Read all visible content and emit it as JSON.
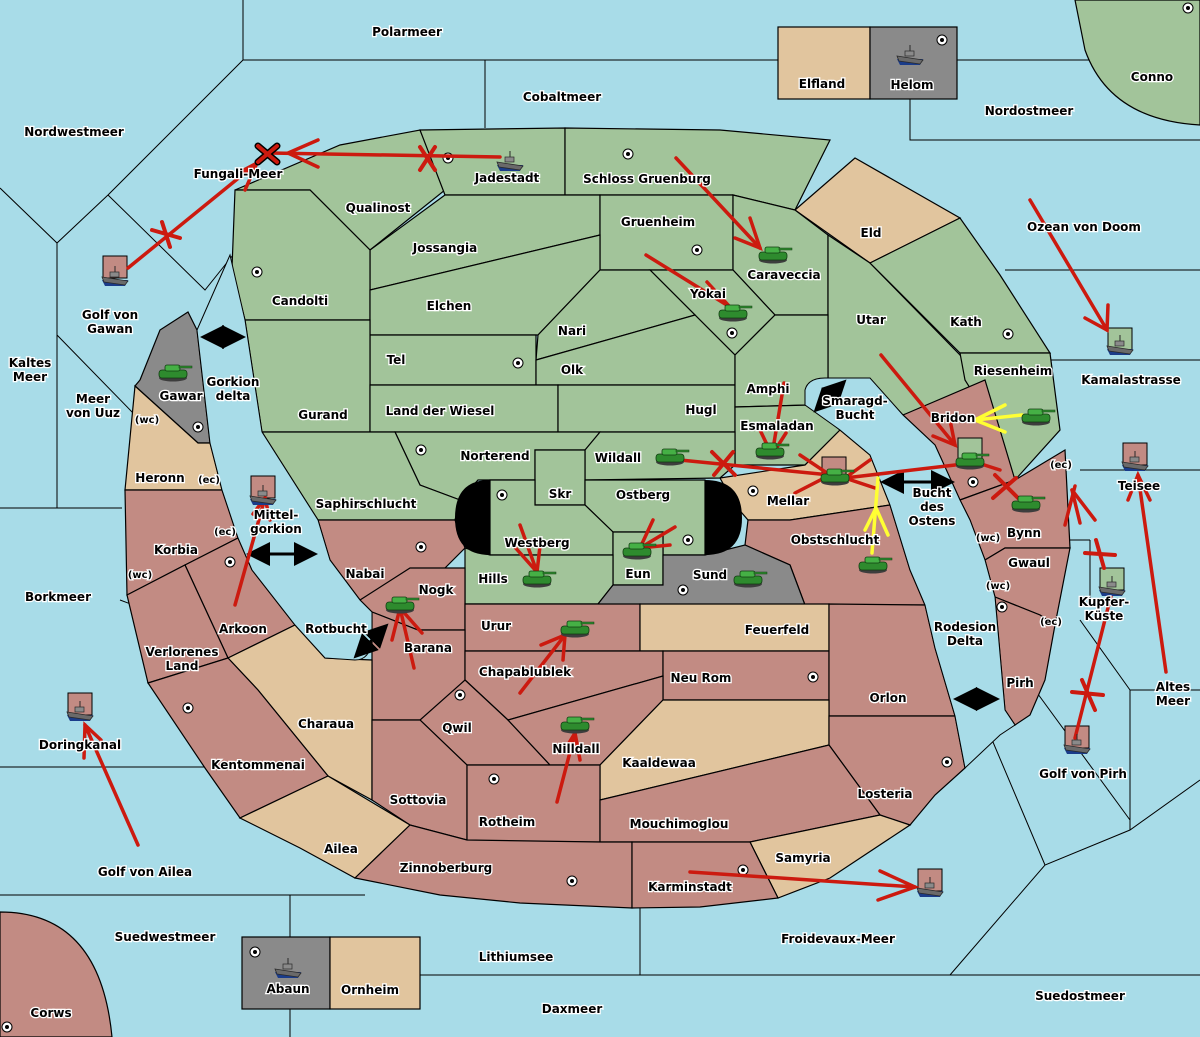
{
  "colors": {
    "sea": "#a8dce8",
    "neutral_land": "#e1c59e",
    "green_power": "#a2c49a",
    "red_power": "#c28b83",
    "gray_power": "#8a8a8a",
    "move_arrow": "#cc1a0f",
    "support_arrow": "#ffff33",
    "convoy_arrow": "#000000"
  },
  "seas": [
    {
      "id": "polarmeer",
      "name": "Polarmeer"
    },
    {
      "id": "cobaltmeer",
      "name": "Cobaltmeer"
    },
    {
      "id": "nordwestmeer",
      "name": "Nordwestmeer"
    },
    {
      "id": "nordostmeer",
      "name": "Nordostmeer"
    },
    {
      "id": "fungali-meer",
      "name": "Fungali-Meer"
    },
    {
      "id": "golf-von-gawan",
      "name": "Golf von\nGawan"
    },
    {
      "id": "kaltes-meer",
      "name": "Kaltes\nMeer"
    },
    {
      "id": "meer-von-uuz",
      "name": "Meer\nvon Uuz"
    },
    {
      "id": "gorkion-delta",
      "name": "Gorkion\ndelta"
    },
    {
      "id": "mittel-gorkion",
      "name": "Mittel-\ngorkion"
    },
    {
      "id": "borkmeer",
      "name": "Borkmeer"
    },
    {
      "id": "rotbucht",
      "name": "Rotbucht"
    },
    {
      "id": "doringkanal",
      "name": "Doringkanal"
    },
    {
      "id": "golf-von-ailea",
      "name": "Golf von Ailea"
    },
    {
      "id": "suedwestmeer",
      "name": "Suedwestmeer"
    },
    {
      "id": "lithiumsee",
      "name": "Lithiumsee"
    },
    {
      "id": "daxmeer",
      "name": "Daxmeer"
    },
    {
      "id": "froidevaux-meer",
      "name": "Froidevaux-Meer"
    },
    {
      "id": "suedostmeer",
      "name": "Suedostmeer"
    },
    {
      "id": "golf-von-pirh",
      "name": "Golf von Pirh"
    },
    {
      "id": "altes-meer",
      "name": "Altes\nMeer"
    },
    {
      "id": "kupfer-kueste",
      "name": "Kupfer-\nKüste"
    },
    {
      "id": "teisee",
      "name": "Teisee"
    },
    {
      "id": "kamalastrasse",
      "name": "Kamalastrasse"
    },
    {
      "id": "ozean-von-doom",
      "name": "Ozean von Doom"
    },
    {
      "id": "smaragd-bucht",
      "name": "Smaragd-\nBucht"
    },
    {
      "id": "bucht-des-ostens",
      "name": "Bucht\ndes\nOstens"
    },
    {
      "id": "rodesion-delta",
      "name": "Rodesion\nDelta"
    }
  ],
  "lands": [
    {
      "id": "elfland",
      "name": "Elfland",
      "owner": "neutral"
    },
    {
      "id": "helom",
      "name": "Helom",
      "owner": "gray"
    },
    {
      "id": "conno",
      "name": "Conno",
      "owner": "green"
    },
    {
      "id": "jadestadt",
      "name": "Jadestadt",
      "owner": "green"
    },
    {
      "id": "schloss-gruenburg",
      "name": "Schloss Gruenburg",
      "owner": "green"
    },
    {
      "id": "qualinost",
      "name": "Qualinost",
      "owner": "green"
    },
    {
      "id": "jossangia",
      "name": "Jossangia",
      "owner": "green"
    },
    {
      "id": "gruenheim",
      "name": "Gruenheim",
      "owner": "green"
    },
    {
      "id": "eld",
      "name": "Eld",
      "owner": "neutral"
    },
    {
      "id": "caraveccia",
      "name": "Caraveccia",
      "owner": "green"
    },
    {
      "id": "candolti",
      "name": "Candolti",
      "owner": "green"
    },
    {
      "id": "elchen",
      "name": "Elchen",
      "owner": "green"
    },
    {
      "id": "yokai",
      "name": "Yokai",
      "owner": "green"
    },
    {
      "id": "nari",
      "name": "Nari",
      "owner": "green"
    },
    {
      "id": "utar",
      "name": "Utar",
      "owner": "green"
    },
    {
      "id": "kath",
      "name": "Kath",
      "owner": "green"
    },
    {
      "id": "tel",
      "name": "Tel",
      "owner": "green"
    },
    {
      "id": "olk",
      "name": "Olk",
      "owner": "green"
    },
    {
      "id": "riesenheim",
      "name": "Riesenheim",
      "owner": "green"
    },
    {
      "id": "gurand",
      "name": "Gurand",
      "owner": "green"
    },
    {
      "id": "land-der-wiesel",
      "name": "Land der Wiesel",
      "owner": "green"
    },
    {
      "id": "hugl",
      "name": "Hugl",
      "owner": "green"
    },
    {
      "id": "amphi",
      "name": "Amphi",
      "owner": "green"
    },
    {
      "id": "esmaladan",
      "name": "Esmaladan",
      "owner": "green"
    },
    {
      "id": "bridon",
      "name": "Bridon",
      "owner": "red"
    },
    {
      "id": "gawar",
      "name": "Gawar",
      "owner": "gray"
    },
    {
      "id": "heronn",
      "name": "Heronn",
      "owner": "neutral"
    },
    {
      "id": "norterend",
      "name": "Norterend",
      "owner": "green"
    },
    {
      "id": "wildall",
      "name": "Wildall",
      "owner": "green"
    },
    {
      "id": "saphirschlucht",
      "name": "Saphirschlucht",
      "owner": "green"
    },
    {
      "id": "skr",
      "name": "Skr",
      "owner": "green"
    },
    {
      "id": "ostberg",
      "name": "Ostberg",
      "owner": "green"
    },
    {
      "id": "mellar",
      "name": "Mellar",
      "owner": "neutral"
    },
    {
      "id": "bynn",
      "name": "Bynn",
      "owner": "red"
    },
    {
      "id": "westberg",
      "name": "Westberg",
      "owner": "green"
    },
    {
      "id": "eun",
      "name": "Eun",
      "owner": "green"
    },
    {
      "id": "obstschlucht",
      "name": "Obstschlucht",
      "owner": "red"
    },
    {
      "id": "korbia",
      "name": "Korbia",
      "owner": "red"
    },
    {
      "id": "nabai",
      "name": "Nabai",
      "owner": "red"
    },
    {
      "id": "hills",
      "name": "Hills",
      "owner": "green"
    },
    {
      "id": "sund",
      "name": "Sund",
      "owner": "gray"
    },
    {
      "id": "gwaul",
      "name": "Gwaul",
      "owner": "red"
    },
    {
      "id": "nogk",
      "name": "Nogk",
      "owner": "red"
    },
    {
      "id": "arkoon",
      "name": "Arkoon",
      "owner": "red"
    },
    {
      "id": "urur",
      "name": "Urur",
      "owner": "red"
    },
    {
      "id": "feuerfeld",
      "name": "Feuerfeld",
      "owner": "neutral"
    },
    {
      "id": "barana",
      "name": "Barana",
      "owner": "red"
    },
    {
      "id": "verlorenes-land",
      "name": "Verlorenes\nLand",
      "owner": "red"
    },
    {
      "id": "chapablublek",
      "name": "Chapablublek",
      "owner": "red"
    },
    {
      "id": "neu-rom",
      "name": "Neu Rom",
      "owner": "red"
    },
    {
      "id": "pirh",
      "name": "Pirh",
      "owner": "red"
    },
    {
      "id": "orlon",
      "name": "Orlon",
      "owner": "red"
    },
    {
      "id": "charaua",
      "name": "Charaua",
      "owner": "neutral"
    },
    {
      "id": "qwil",
      "name": "Qwil",
      "owner": "red"
    },
    {
      "id": "nilldall",
      "name": "Nilldall",
      "owner": "red"
    },
    {
      "id": "kentommenai",
      "name": "Kentommenai",
      "owner": "red"
    },
    {
      "id": "kaaldewaa",
      "name": "Kaaldewaa",
      "owner": "neutral"
    },
    {
      "id": "losteria",
      "name": "Losteria",
      "owner": "red"
    },
    {
      "id": "sottovia",
      "name": "Sottovia",
      "owner": "red"
    },
    {
      "id": "rotheim",
      "name": "Rotheim",
      "owner": "red"
    },
    {
      "id": "mouchimoglou",
      "name": "Mouchimoglou",
      "owner": "red"
    },
    {
      "id": "ailea",
      "name": "Ailea",
      "owner": "neutral"
    },
    {
      "id": "samyria",
      "name": "Samyria",
      "owner": "neutral"
    },
    {
      "id": "zinnoberburg",
      "name": "Zinnoberburg",
      "owner": "red"
    },
    {
      "id": "karminstadt",
      "name": "Karminstadt",
      "owner": "red"
    },
    {
      "id": "abaun",
      "name": "Abaun",
      "owner": "gray"
    },
    {
      "id": "ornheim",
      "name": "Ornheim",
      "owner": "neutral"
    },
    {
      "id": "corws",
      "name": "Corws",
      "owner": "red"
    }
  ],
  "coast_labels": {
    "wc": "(wc)",
    "ec": "(ec)"
  },
  "units": [
    {
      "type": "fleet",
      "province": "Jadestadt",
      "owner": "green"
    },
    {
      "type": "fleet",
      "province": "Helom",
      "owner": "gray"
    },
    {
      "type": "fleet",
      "province": "Golf von Gawan",
      "owner": "red"
    },
    {
      "type": "fleet",
      "province": "Mittel-gorkion",
      "owner": "red"
    },
    {
      "type": "fleet",
      "province": "Doringkanal",
      "owner": "red"
    },
    {
      "type": "fleet",
      "province": "Kamalastrasse",
      "owner": "green"
    },
    {
      "type": "fleet",
      "province": "Teisee",
      "owner": "red"
    },
    {
      "type": "fleet",
      "province": "Kupfer-Küste",
      "owner": "green"
    },
    {
      "type": "fleet",
      "province": "Golf von Pirh",
      "owner": "red"
    },
    {
      "type": "fleet",
      "province": "Froidevaux-Meer",
      "owner": "red"
    },
    {
      "type": "fleet",
      "province": "Abaun",
      "owner": "gray"
    },
    {
      "type": "army",
      "province": "Gawar",
      "owner": "green"
    },
    {
      "type": "army",
      "province": "Caraveccia",
      "owner": "green"
    },
    {
      "type": "army",
      "province": "Yokai",
      "owner": "green"
    },
    {
      "type": "army",
      "province": "Esmaladan",
      "owner": "green"
    },
    {
      "type": "army",
      "province": "Wildall",
      "owner": "green"
    },
    {
      "type": "army",
      "province": "Mellar",
      "owner": "green",
      "dislodged": true
    },
    {
      "type": "army",
      "province": "Bridon",
      "owner": "green"
    },
    {
      "type": "army",
      "province": "Riesenheim",
      "owner": "green"
    },
    {
      "type": "army",
      "province": "Bynn",
      "owner": "green"
    },
    {
      "type": "army",
      "province": "Obstschlucht",
      "owner": "green"
    },
    {
      "type": "army",
      "province": "Westberg",
      "owner": "green"
    },
    {
      "type": "army",
      "province": "Eun",
      "owner": "green"
    },
    {
      "type": "army",
      "province": "Sund",
      "owner": "green"
    },
    {
      "type": "army",
      "province": "Nogk",
      "owner": "green"
    },
    {
      "type": "army",
      "province": "Urur",
      "owner": "green"
    },
    {
      "type": "army",
      "province": "Nilldall",
      "owner": "green"
    }
  ],
  "orders_legend": {
    "move": "red arrow",
    "support": "yellow arrow",
    "failed": "red X",
    "convoy_route": "black double arrow"
  }
}
